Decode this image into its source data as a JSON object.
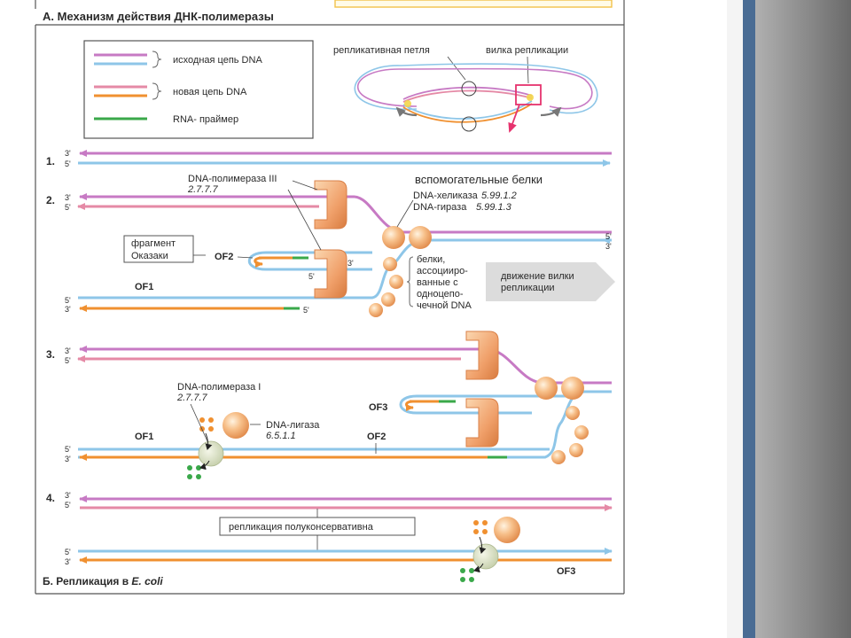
{
  "section_a_title": "А. Механизм действия ДНК-полимеразы",
  "section_b_title_prefix": "Б. Репликация в ",
  "section_b_title_organism": "E. coli",
  "legend": {
    "parent_strand": "исходная цепь DNA",
    "new_strand": "новая цепь DNA",
    "primer": "RNA- праймер"
  },
  "overview": {
    "replication_loop": "репликативная петля",
    "replication_fork": "вилка репликации"
  },
  "steps": [
    "1.",
    "2.",
    "3.",
    "4."
  ],
  "ends": {
    "three": "3'",
    "five": "5'"
  },
  "step2": {
    "pol3_name": "DNA-полимераза III",
    "pol3_ec": "2.7.7.7",
    "aux_proteins": "вспомогательные белки",
    "helicase_name": "DNA-хеликаза",
    "helicase_ec": "5.99.1.2",
    "gyrase_name": "DNA-гираза",
    "gyrase_ec": "5.99.1.3",
    "okazaki_l1": "фрагмент",
    "okazaki_l2": "Оказаки",
    "of2": "OF2",
    "of1": "OF1",
    "ssb_l1": "белки,",
    "ssb_l2": "ассоцииро-",
    "ssb_l3": "ванные с",
    "ssb_l4": "одноцепо-",
    "ssb_l5": "чечной DNA",
    "fork_move_l1": "движение вилки",
    "fork_move_l2": "репликации"
  },
  "step3": {
    "pol1_name": "DNA-полимераза I",
    "pol1_ec": "2.7.7.7",
    "ligase_name": "DNA-лигаза",
    "ligase_ec": "6.5.1.1",
    "of3": "OF3",
    "of1": "OF1",
    "of2": "OF2"
  },
  "step4": {
    "semiconservative": "репликация полуконсервативна",
    "of3": "OF3"
  },
  "colors": {
    "parent_violet": "#c77ac4",
    "parent_blue": "#8ec6e8",
    "new_pink": "#e58aa6",
    "new_orange": "#f09030",
    "primer": "#3aa84a",
    "enzyme": "#f0a878",
    "frame": "#555555",
    "page_right": "#4a6c94",
    "shadow": "#7a7a7a"
  }
}
